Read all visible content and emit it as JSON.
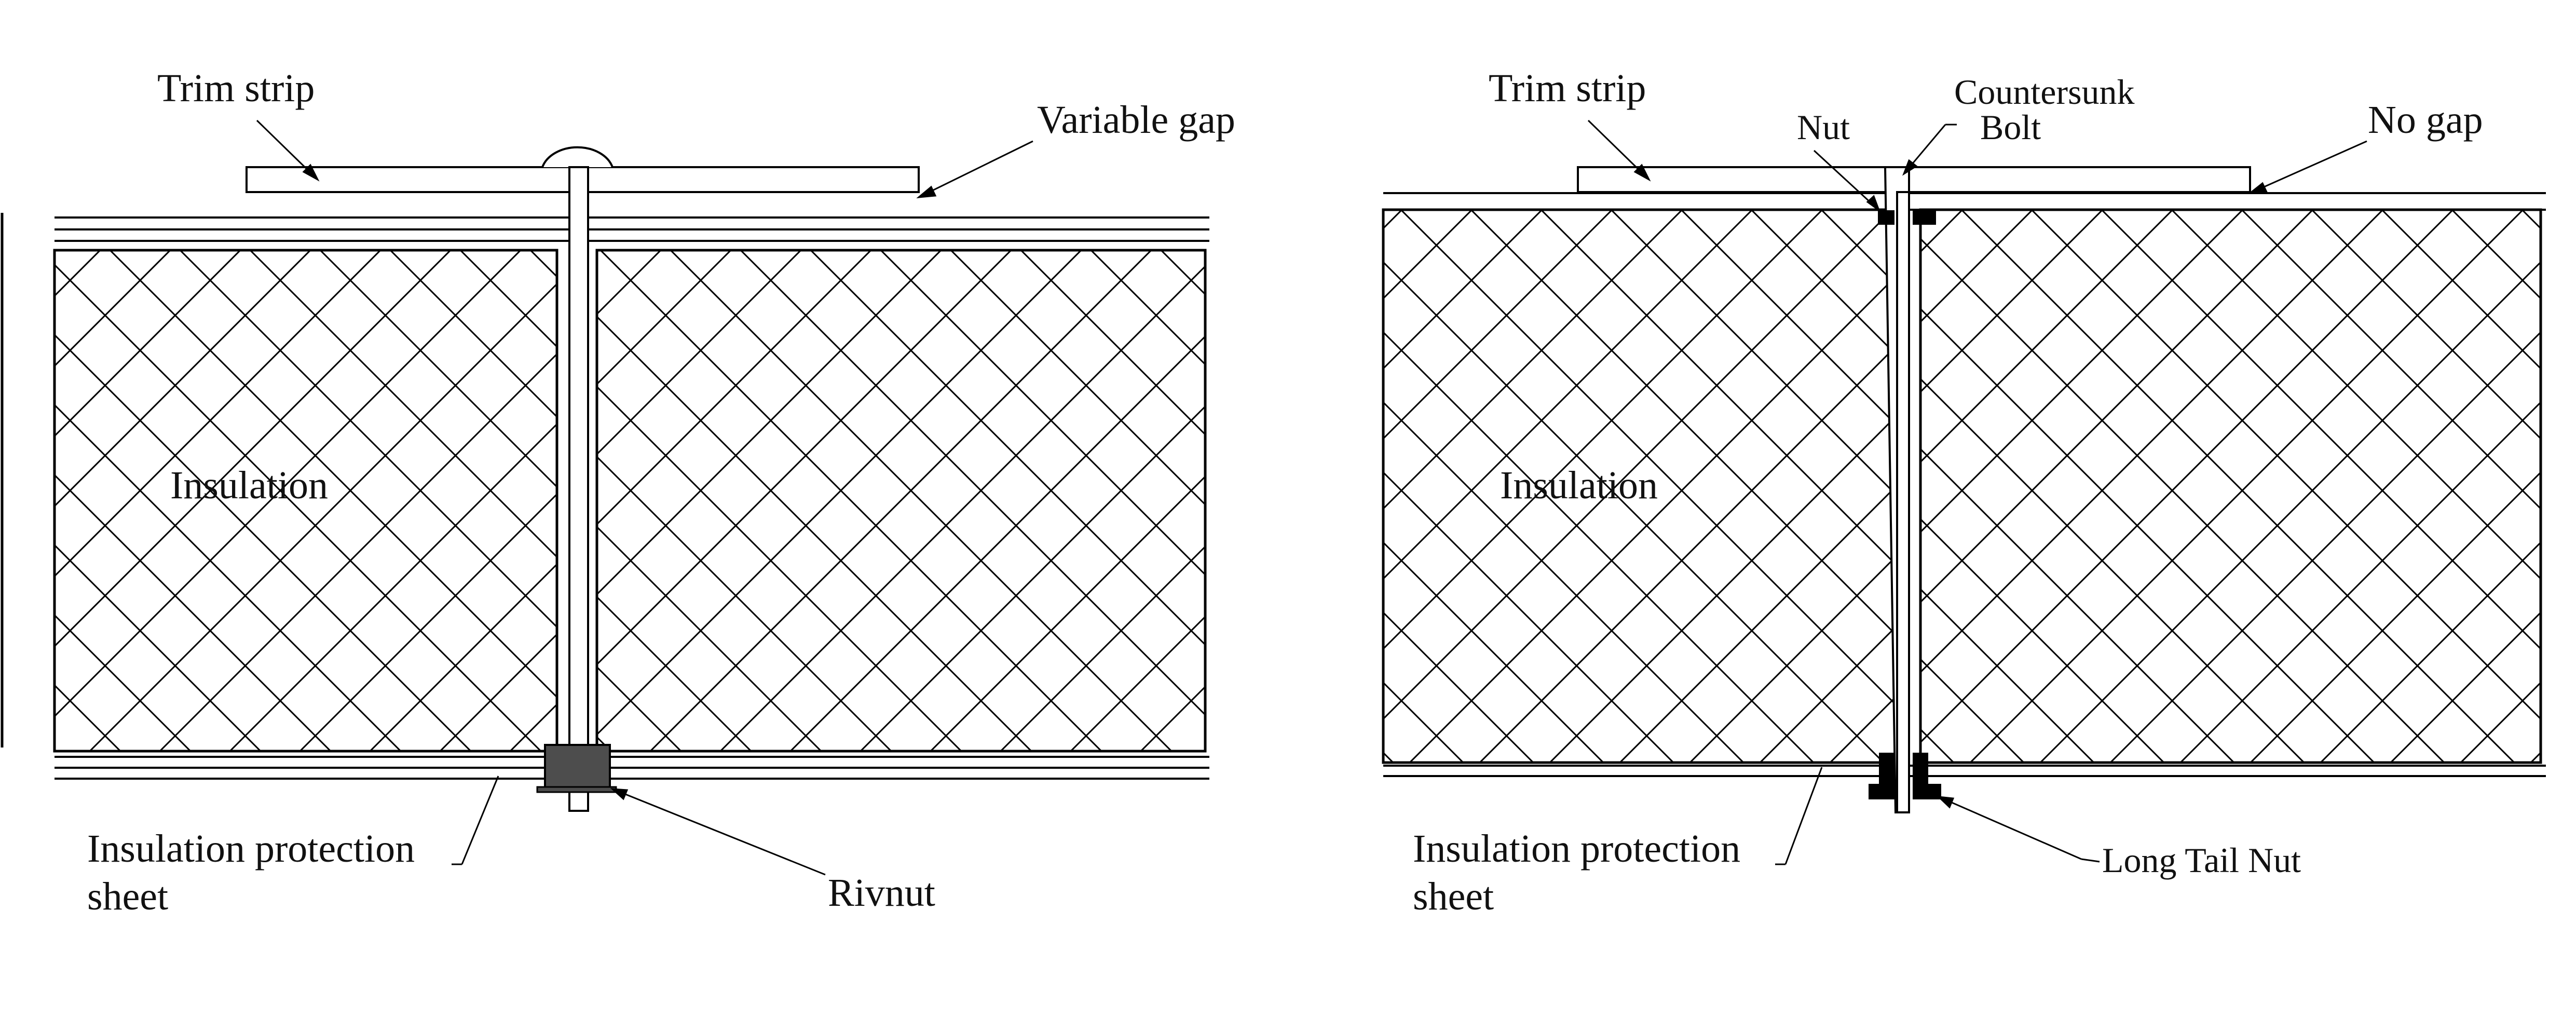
{
  "colors": {
    "line": "#000000",
    "fastener_fill": "#000000",
    "rivnut_fill": "#4d4d4d",
    "background": "#ffffff"
  },
  "left_panel": {
    "trim_strip": "Trim strip",
    "variable_gap": "Variable gap",
    "insulation": "Insulation",
    "protection_line1": "Insulation protection",
    "protection_line2": "sheet",
    "rivnut": "Rivnut"
  },
  "right_panel": {
    "trim_strip": "Trim strip",
    "countersunk": "Countersunk",
    "bolt": "Bolt",
    "nut": "Nut",
    "no_gap": "No gap",
    "insulation": "Insulation",
    "protection_line1": "Insulation protection",
    "protection_line2": "sheet",
    "long_tail_nut": "Long Tail Nut"
  }
}
